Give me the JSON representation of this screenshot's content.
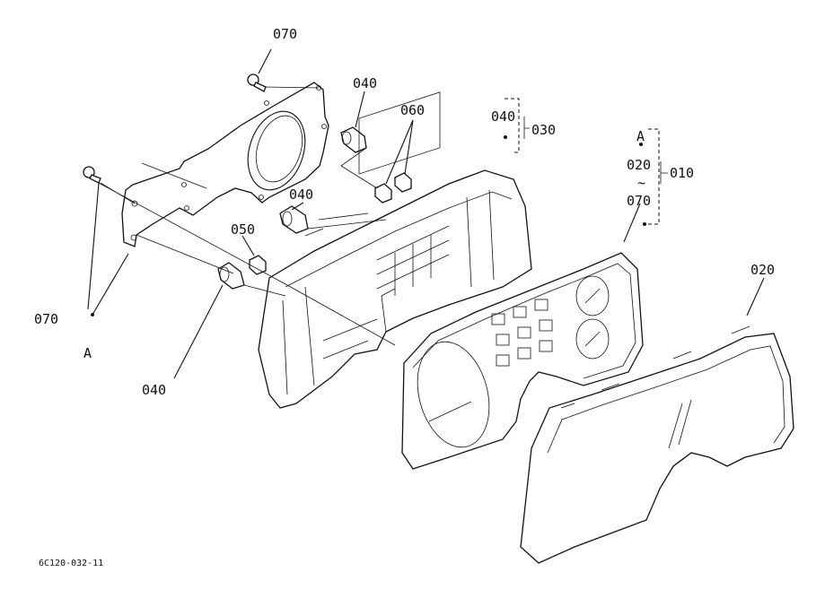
{
  "labels": {
    "l070_top": "070",
    "l040_top": "040",
    "l060": "060",
    "l040_group": "040",
    "l030": "030",
    "l040_mid": "040",
    "l050": "050",
    "l070_left": "070",
    "l040_bottom": "040",
    "lA_left": "A",
    "lA_group": "A",
    "l020_group": "020",
    "l070_group": "070",
    "l010": "010",
    "l020_right": "020",
    "tilde": "~"
  },
  "figure_code": "6C120-032-11"
}
